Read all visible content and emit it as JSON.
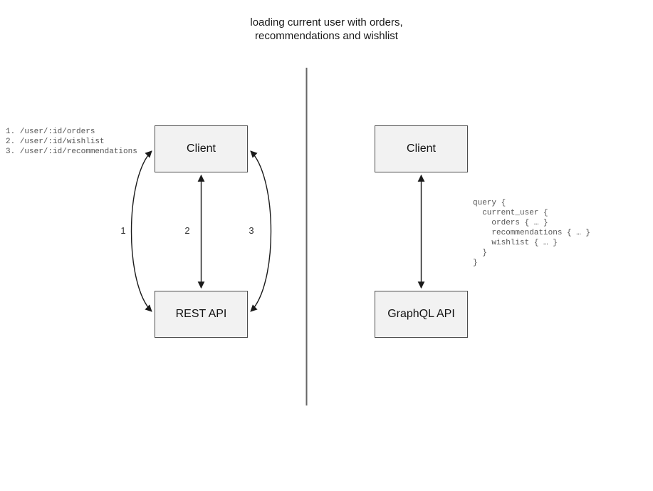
{
  "diagram": {
    "title": "loading current user with orders,\nrecommendations and wishlist",
    "divider": {
      "name": "vertical-divider",
      "color": "#666666"
    },
    "background": "#ffffff",
    "node_fill": "#f2f2f2",
    "node_border": "#4d4d4d"
  },
  "rest_side": {
    "client_label": "Client",
    "api_label": "REST API",
    "endpoints": "1. /user/:id/orders\n2. /user/:id/wishlist\n3. /user/:id/recommendations",
    "edge_labels": [
      "1",
      "2",
      "3"
    ]
  },
  "graphql_side": {
    "client_label": "Client",
    "api_label": "GraphQL API",
    "query": "query {\n  current_user {\n    orders { … }\n    recommendations { … }\n    wishlist { … }\n  }\n}"
  }
}
